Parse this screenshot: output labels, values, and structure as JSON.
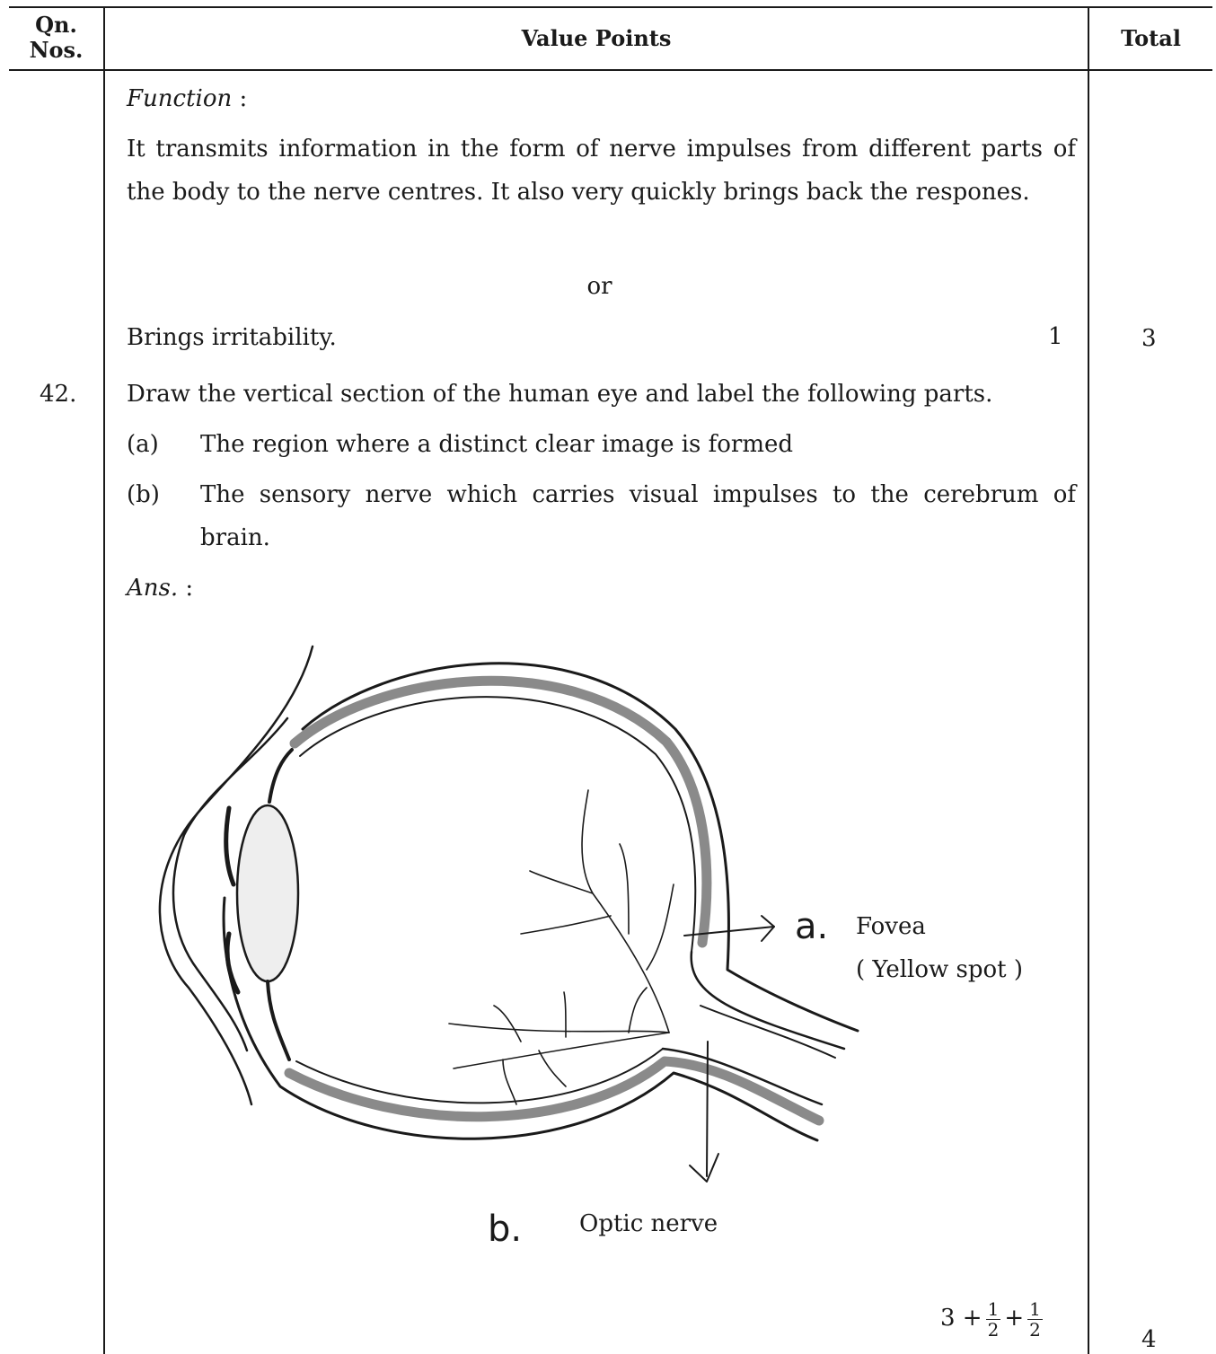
{
  "header": {
    "qn_line1": "Qn.",
    "qn_line2": "Nos.",
    "value_points": "Value Points",
    "total": "Total"
  },
  "question_number": "42.",
  "function_heading": "Function",
  "function_colon": " :",
  "function_text": "It transmits information in the form of nerve impulses from different parts of the body to the nerve centres. It also very quickly brings back the respones.",
  "or_text": "or",
  "brings_text": "Brings irritability.",
  "brings_mark": "1",
  "total_first": "3",
  "q42_prompt": "Draw the vertical section of the human eye and label the following parts.",
  "q42_items": [
    {
      "label": "(a)",
      "text": "The region where a distinct clear image is formed"
    },
    {
      "label": "(b)",
      "text": "The sensory nerve which carries visual impulses to the cerebrum of brain."
    }
  ],
  "ans_heading": "Ans.",
  "ans_colon": " :",
  "diagram": {
    "label_a_hand": "a.",
    "label_a_name": "Fovea",
    "label_a_sub": "( Yellow spot )",
    "label_b_hand": "b.",
    "label_b_name": "Optic nerve"
  },
  "marks": {
    "whole": "3 +",
    "plus": "+",
    "num1": "1",
    "den1": "2",
    "num2": "1",
    "den2": "2"
  },
  "total_second": "4"
}
